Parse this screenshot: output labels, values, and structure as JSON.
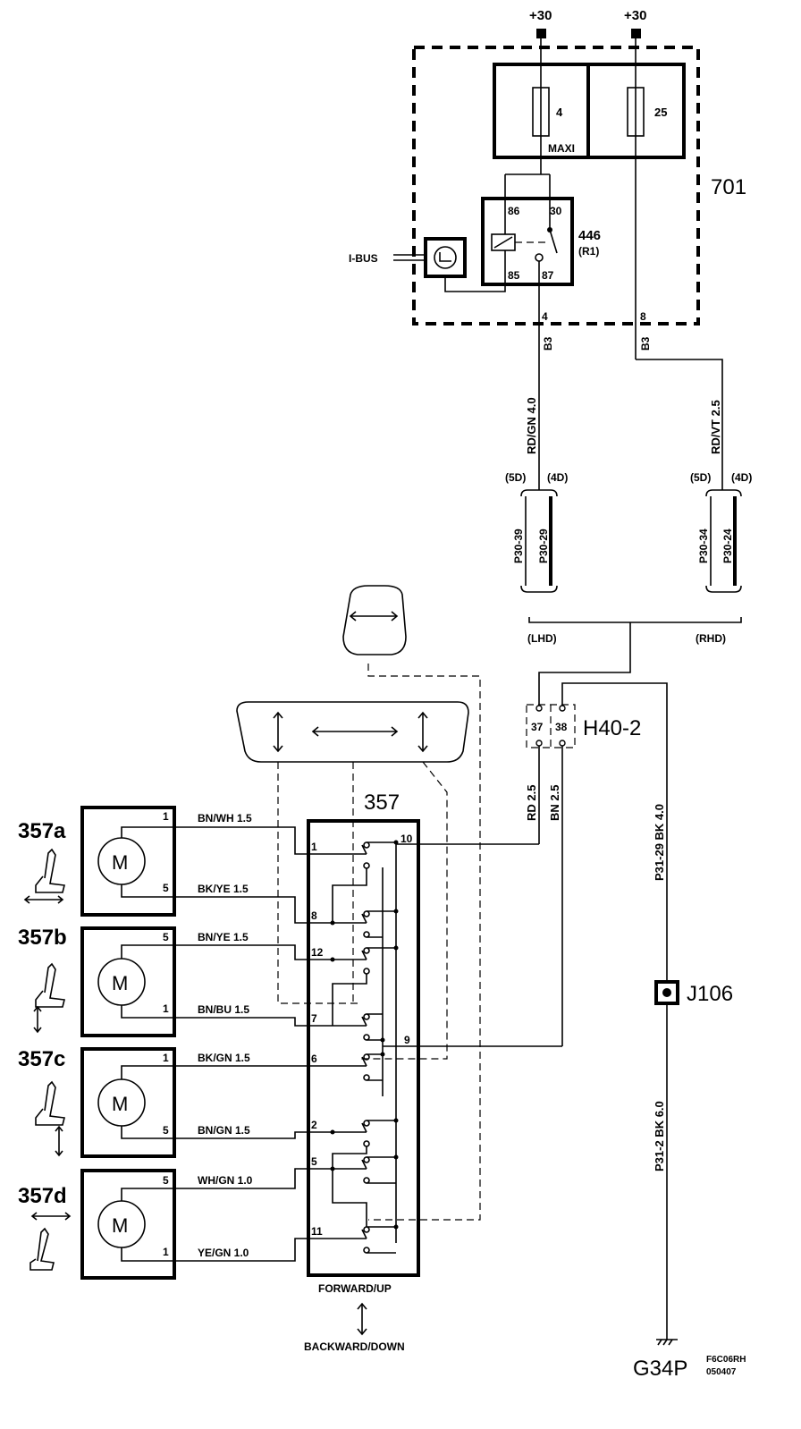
{
  "supply": {
    "left": "+30",
    "right": "+30"
  },
  "fuse_box": {
    "id": "701",
    "fuse_left": "4",
    "fuse_left_type": "MAXI",
    "fuse_right": "25"
  },
  "relay": {
    "id": "446",
    "ref": "(R1)",
    "pin86": "86",
    "pin30": "30",
    "pin85": "85",
    "pin87": "87",
    "bus": "I-BUS"
  },
  "outputs": {
    "left_pin": "4",
    "left_conn": "B3",
    "right_pin": "8",
    "right_conn": "B3"
  },
  "wires_top": {
    "left": "RD/GN 4.0",
    "right": "RD/VT  2.5",
    "left_5d": "(5D)",
    "left_4d": "(4D)",
    "right_5d": "(5D)",
    "right_4d": "(4D)",
    "p1": "P30-39",
    "p2": "P30-29",
    "p3": "P30-34",
    "p4": "P30-24",
    "lhd": "(LHD)",
    "rhd": "(RHD)"
  },
  "connector": {
    "id": "H40-2",
    "pin_a": "37",
    "pin_b": "38",
    "wire_a": "RD  2.5",
    "wire_b": "BN  2.5"
  },
  "ground_wire": {
    "top": "P31-29   BK  4.0",
    "bottom": "P31-2  BK  6.0",
    "junction": "J106",
    "ground": "G34P"
  },
  "switch": {
    "id": "357",
    "pins": [
      "1",
      "8",
      "12",
      "7",
      "6",
      "2",
      "5",
      "11",
      "10",
      "9"
    ],
    "forward": "FORWARD/UP",
    "backward": "BACKWARD/DOWN"
  },
  "motors": [
    {
      "id": "357a",
      "pin_top": "1",
      "pin_bot": "5",
      "wire_top": "BN/WH  1.5",
      "wire_bot": "BK/YE    1.5",
      "symbol": "M"
    },
    {
      "id": "357b",
      "pin_top": "5",
      "pin_bot": "1",
      "wire_top": "BN/YE    1.5",
      "wire_bot": "BN/BU  1.5",
      "symbol": "M"
    },
    {
      "id": "357c",
      "pin_top": "1",
      "pin_bot": "5",
      "wire_top": "BK/GN  1.5",
      "wire_bot": "BN/GN   1.5",
      "symbol": "M"
    },
    {
      "id": "357d",
      "pin_top": "5",
      "pin_bot": "1",
      "wire_top": "WH/GN 1.0",
      "wire_bot": "YE/GN   1.0",
      "symbol": "M"
    }
  ],
  "footer": {
    "code": "F6C06RH",
    "date": "050407"
  }
}
